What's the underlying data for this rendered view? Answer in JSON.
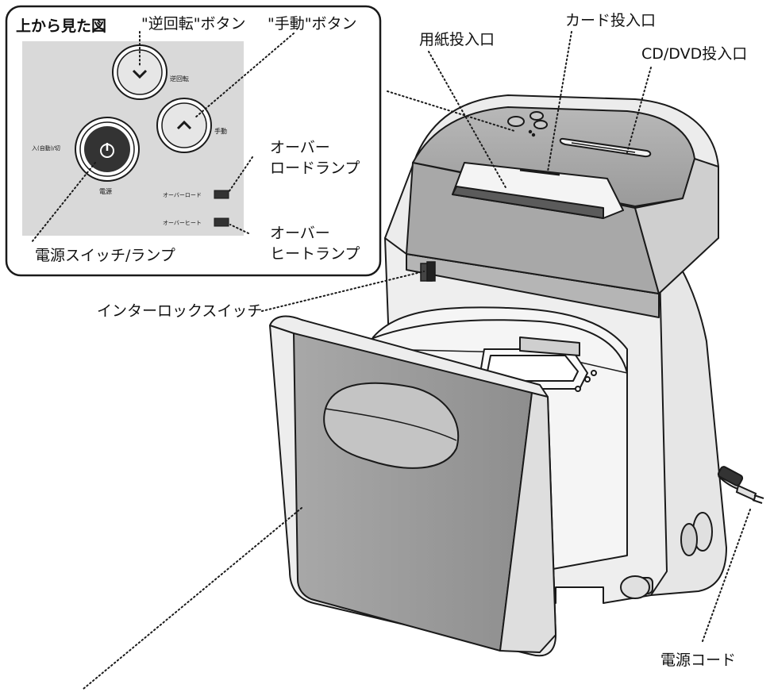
{
  "inset": {
    "title": "上から見た図",
    "reverse_button_label": "\"逆回転\"ボタン",
    "manual_button_label": "\"手動\"ボタン",
    "power_switch_label": "電源スイッチ/ランプ",
    "overload_lamp_label": "オーバー\nロードランプ",
    "overheat_lamp_label": "オーバー\nヒートランプ",
    "panel": {
      "reverse": "逆回転",
      "manual": "手動",
      "power_on_off": "入(自動)/切",
      "power": "電源",
      "overload": "オーバーロード",
      "overheat": "オーバーヒート"
    }
  },
  "labels": {
    "paper_slot": "用紙投入口",
    "card_slot": "カード投入口",
    "cd_slot": "CD/DVD投入口",
    "interlock": "インターロックスイッチ",
    "power_cord": "電源コード"
  },
  "colors": {
    "line": "#1a1a1a",
    "body_light": "#ececec",
    "body_mid": "#d6d6d6",
    "panel_gray": "#a3a3a3",
    "panel_dark": "#8f8f8f",
    "inset_bg": "#d9d9d9",
    "power_button": "#333333"
  }
}
